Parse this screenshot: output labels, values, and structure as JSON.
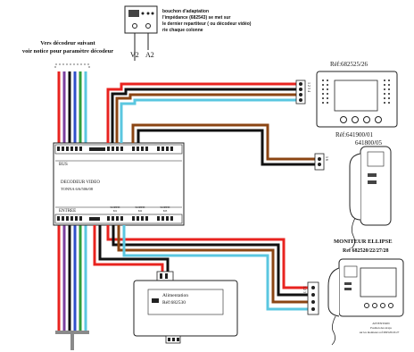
{
  "adapter": {
    "note_line1": "bouchon d'adaptation",
    "note_line2": "l'impédance  (682543) se met sur",
    "note_line3": "le dernier repartiteur ( ou décodeur vidéo)",
    "note_line4": "rie chaque colonne",
    "label_v2": "V2",
    "label_a2": "A2"
  },
  "next_decoder": {
    "line1": "Vers décodeur suivant",
    "line2": "voir notice pour paramètre décodeur"
  },
  "decoder": {
    "label_bus": "BUS",
    "title_line1": "DECODEUR VIDEO",
    "title_line2": "TONNA  6/6/506/08",
    "label_entree": "ENTREE",
    "out1_line1": "SORTIE",
    "out1_line2": "M1",
    "out2_line1": "SORTIE",
    "out2_line2": "M2",
    "out3_line1": "SORTIE",
    "out3_line2": "M3"
  },
  "monitor_top": {
    "ref": "Réf:682525/26",
    "terminals": "1 2 3 4"
  },
  "handset": {
    "ref_line1": "Réf:641900/01",
    "ref_line2": "641800/05",
    "terminals": "5 6"
  },
  "monitor_ellipse": {
    "title": "MONITEUR ELLIPSE",
    "ref": "Ref 682520/22/27/28",
    "terminals": "1 2 3 4",
    "attention_line1": "ATTENTION",
    "attention_line2": "Position des straps",
    "attention_line3": "sur les moniteurs ref 682520/22/27"
  },
  "power": {
    "label": "Alimentation",
    "ref": "Réf:682530"
  },
  "colors": {
    "red": "#e8231f",
    "black": "#111111",
    "brown": "#8b4513",
    "cyan": "#5bc7e0",
    "purple": "#7b3f9e",
    "blue": "#2f4fc9",
    "green": "#2f9e3a",
    "gray": "#8a8a8a"
  }
}
